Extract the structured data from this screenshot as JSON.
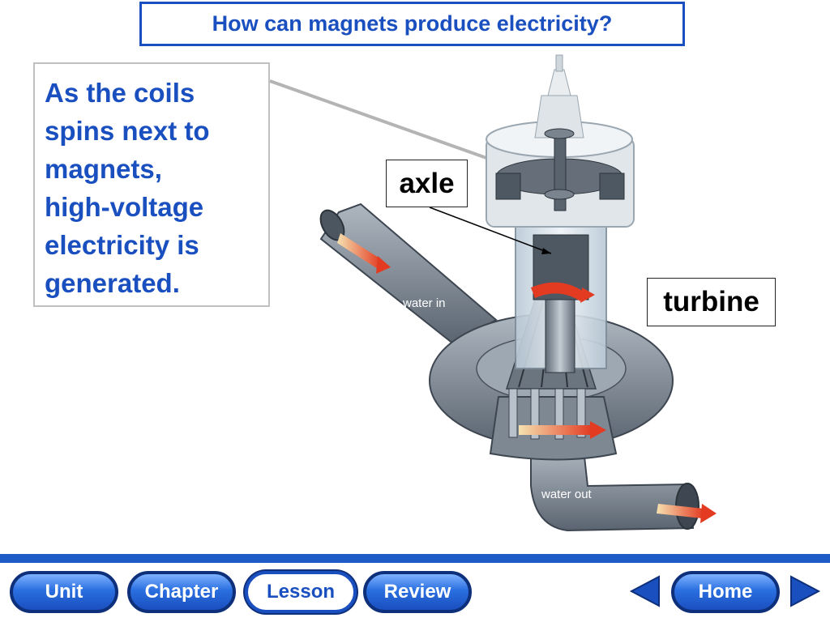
{
  "title": "How can magnets produce electricity?",
  "description": [
    "As the coils",
    "spins next to",
    "magnets,",
    "high-voltage",
    "electricity is",
    "generated."
  ],
  "labels": {
    "axle": "axle",
    "turbine": "turbine",
    "water_in": "water in",
    "water_out": "water out"
  },
  "nav": {
    "unit": "Unit",
    "chapter": "Chapter",
    "lesson": "Lesson",
    "review": "Review",
    "home": "Home",
    "prev_icon": "left-triangle-arrow",
    "next_icon": "right-triangle-arrow",
    "active": "Lesson"
  },
  "colors": {
    "accent": "#1a4fbf",
    "nav_dark": "#0e2f7a"
  }
}
